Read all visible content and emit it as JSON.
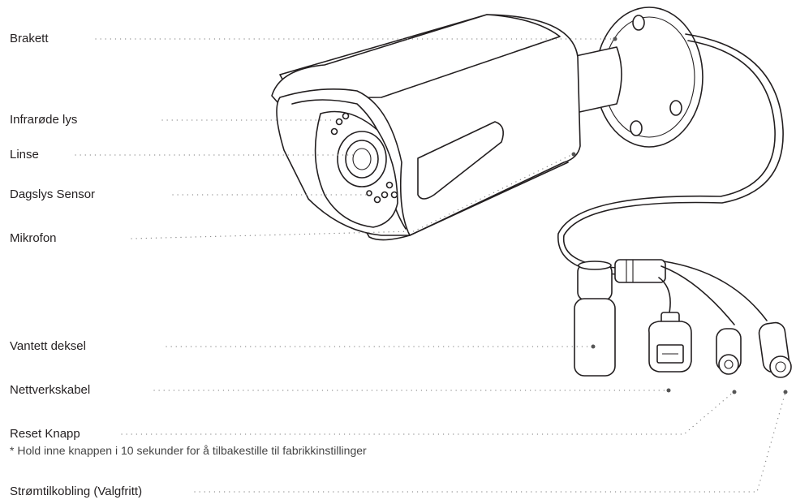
{
  "labels": {
    "bracket": "Brakett",
    "infrared": "Infrarøde lys",
    "lens": "Linse",
    "daylight_sensor": "Dagslys Sensor",
    "microphone": "Mikrofon",
    "waterproof_cover": "Vantett deksel",
    "network_cable": "Nettverkskabel",
    "reset_button": "Reset Knapp",
    "reset_note": "* Hold inne knappen i 10 sekunder for å tilbakestille til fabrikkinstillinger",
    "power": "Strømtilkobling (Valgfritt)"
  },
  "colors": {
    "line": "#231f20",
    "leader": "#8a8a8a",
    "text": "#231f20"
  }
}
